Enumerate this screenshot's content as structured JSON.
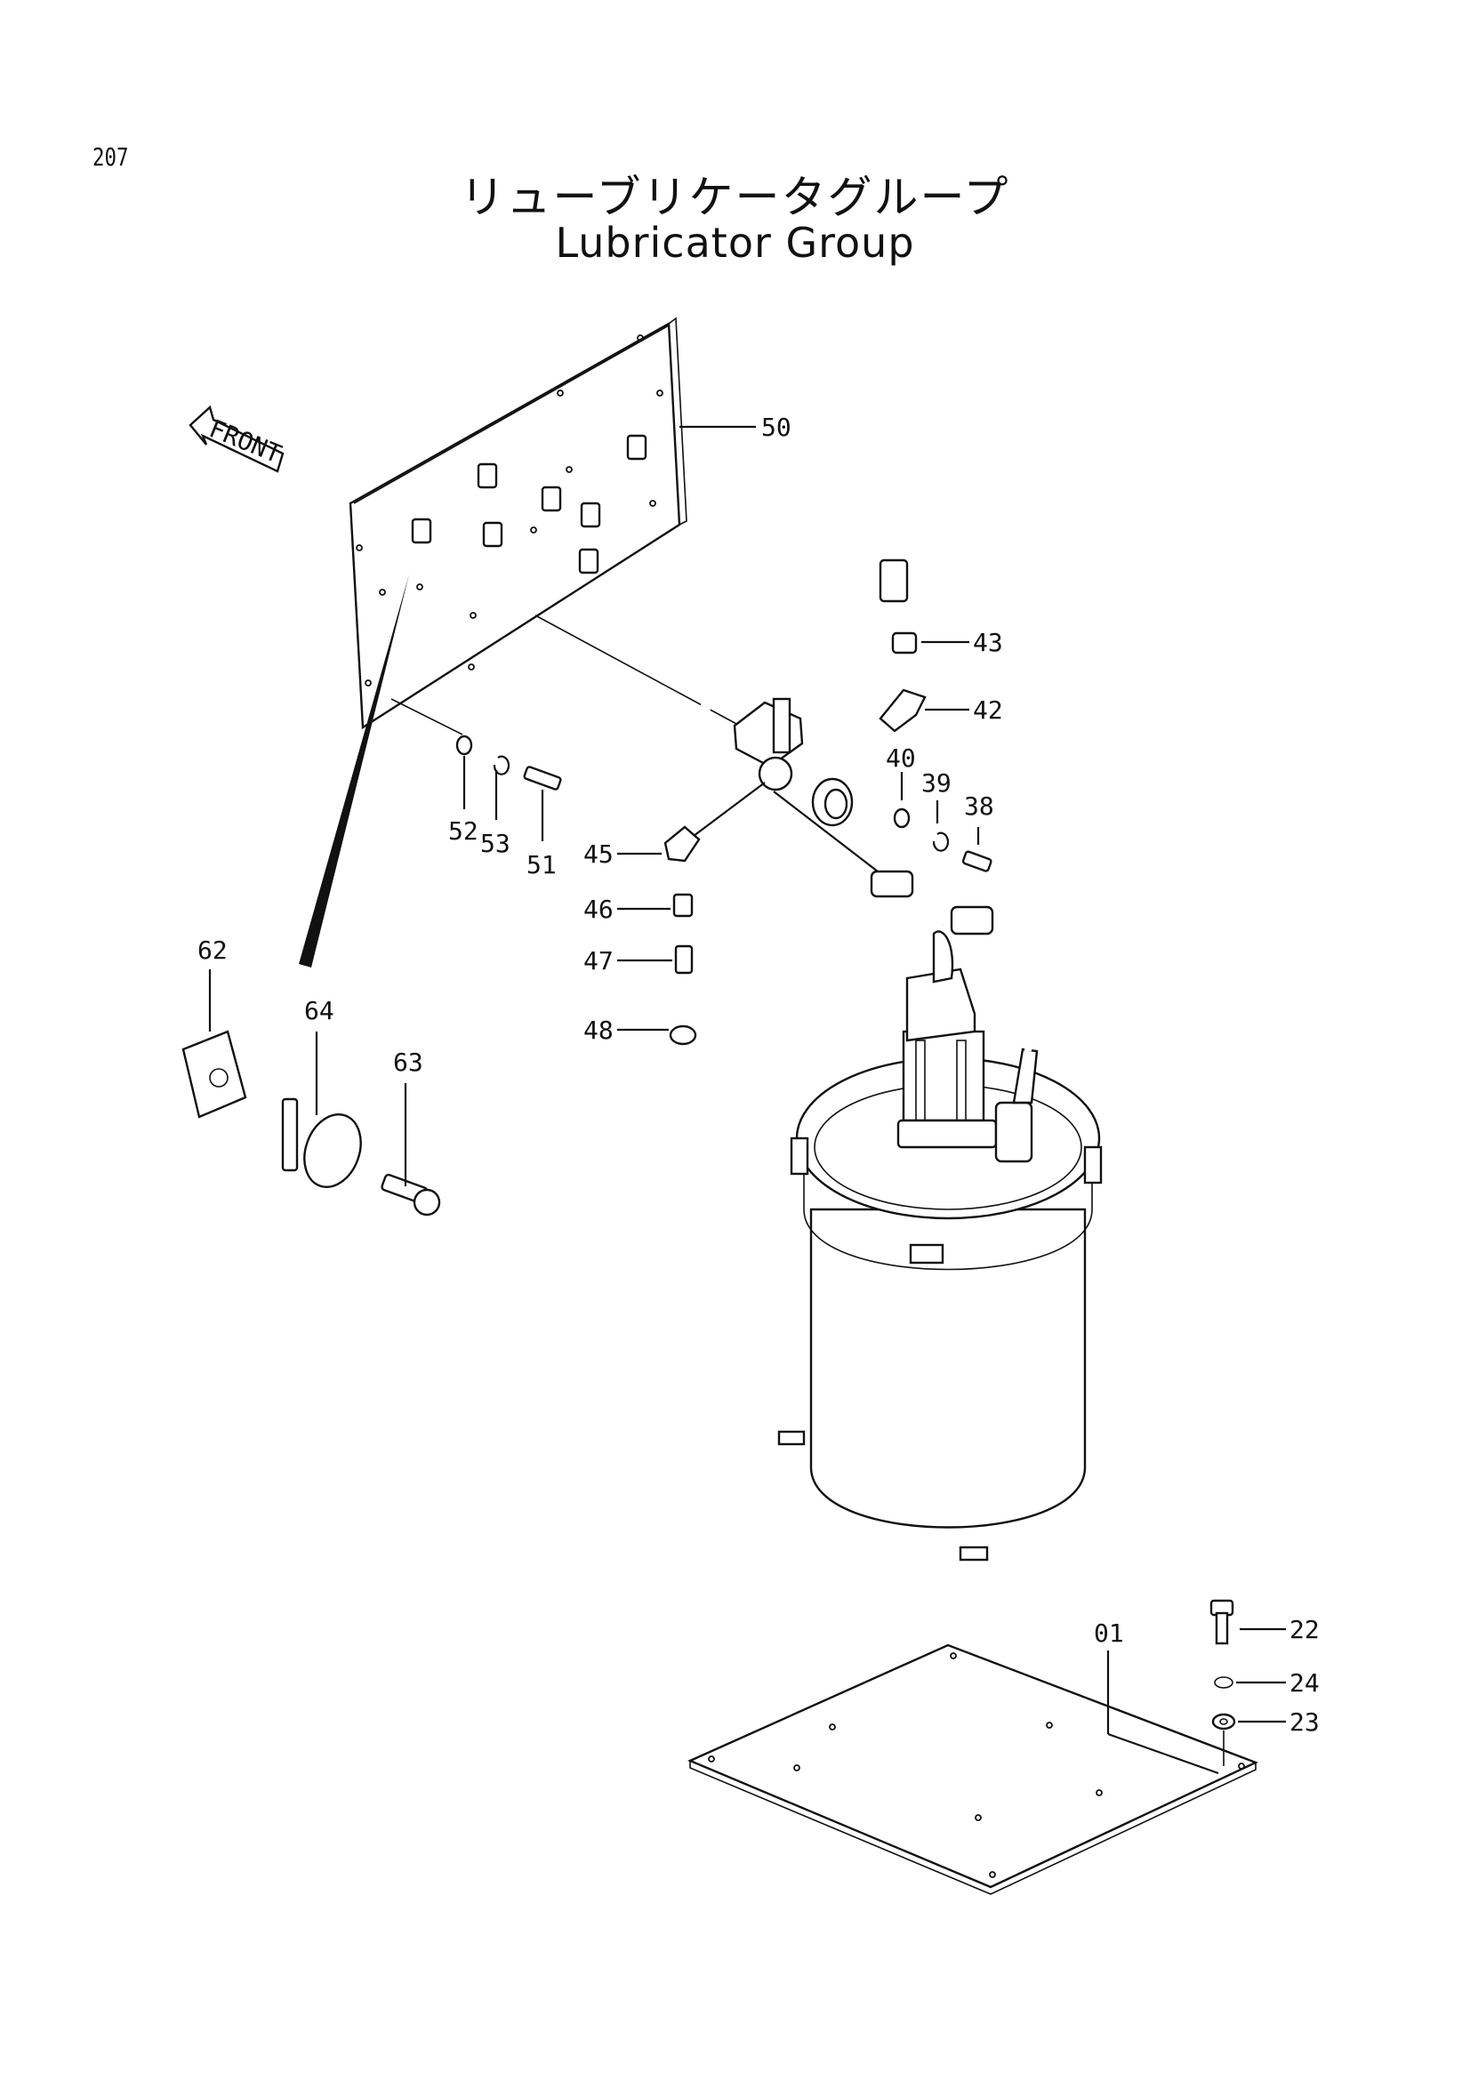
{
  "page_number": "207",
  "title_jp": "リューブリケータグループ",
  "title_en": "Lubricator Group",
  "front_label": "FRONT",
  "callouts": {
    "c50": "50",
    "c43": "43",
    "c42": "42",
    "c40": "40",
    "c39": "39",
    "c38": "38",
    "c45": "45",
    "c46": "46",
    "c47": "47",
    "c48": "48",
    "c52": "52",
    "c53": "53",
    "c51": "51",
    "c62": "62",
    "c64": "64",
    "c63": "63",
    "c01": "01",
    "c22": "22",
    "c24": "24",
    "c23": "23"
  }
}
